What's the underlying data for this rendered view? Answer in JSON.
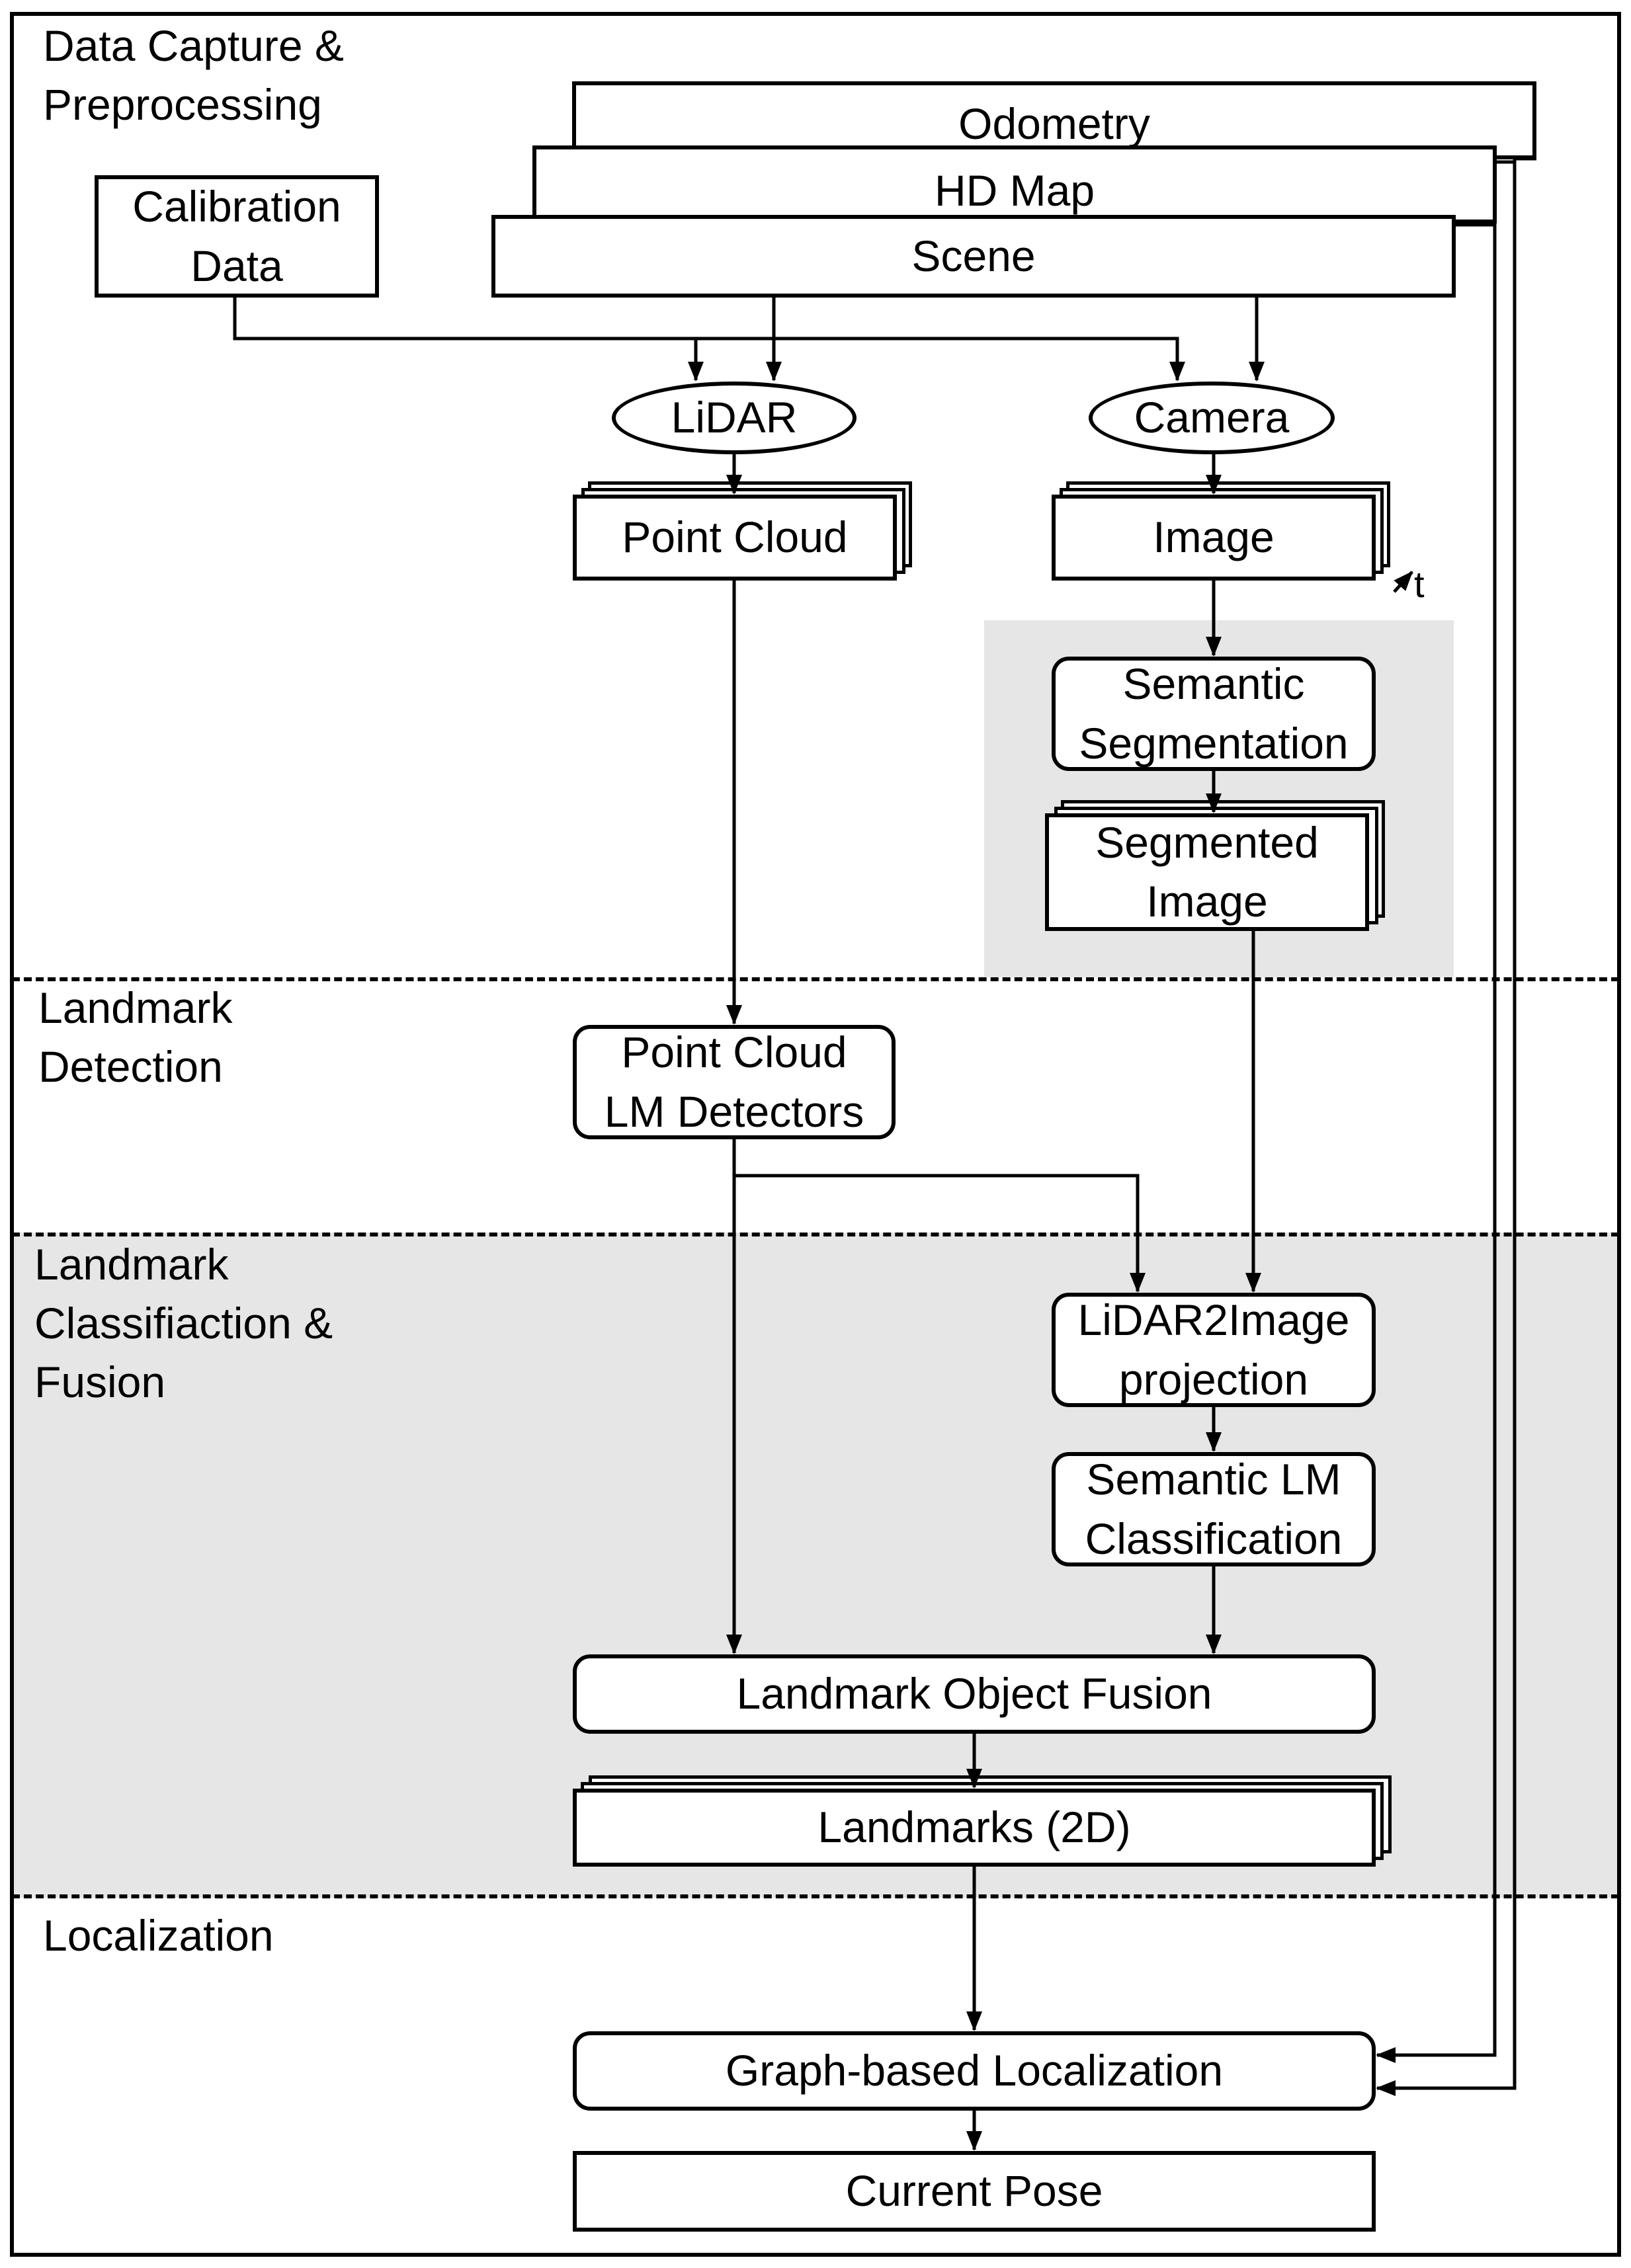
{
  "sections": {
    "capture": "Data Capture &\nPreprocessing",
    "detection": "Landmark\nDetection",
    "classification": "Landmark\nClassifiaction &\nFusion",
    "localization": "Localization"
  },
  "inputs": {
    "odometry": "Odometry",
    "hd_map": "HD Map",
    "scene": "Scene",
    "calibration": "Calibration\nData"
  },
  "sensors": {
    "lidar": "LiDAR",
    "camera": "Camera"
  },
  "nodes": {
    "point_cloud": "Point Cloud",
    "image": "Image",
    "time_marker": "t",
    "semantic_segmentation": "Semantic\nSegmentation",
    "segmented_image": "Segmented\nImage",
    "pc_lm_detectors": "Point Cloud\nLM Detectors",
    "lidar2image": "LiDAR2Image\nprojection",
    "semantic_lm_classification": "Semantic LM\nClassification",
    "landmark_object_fusion": "Landmark Object Fusion",
    "landmarks_2d": "Landmarks (2D)",
    "graph_localization": "Graph-based Localization",
    "current_pose": "Current Pose"
  }
}
